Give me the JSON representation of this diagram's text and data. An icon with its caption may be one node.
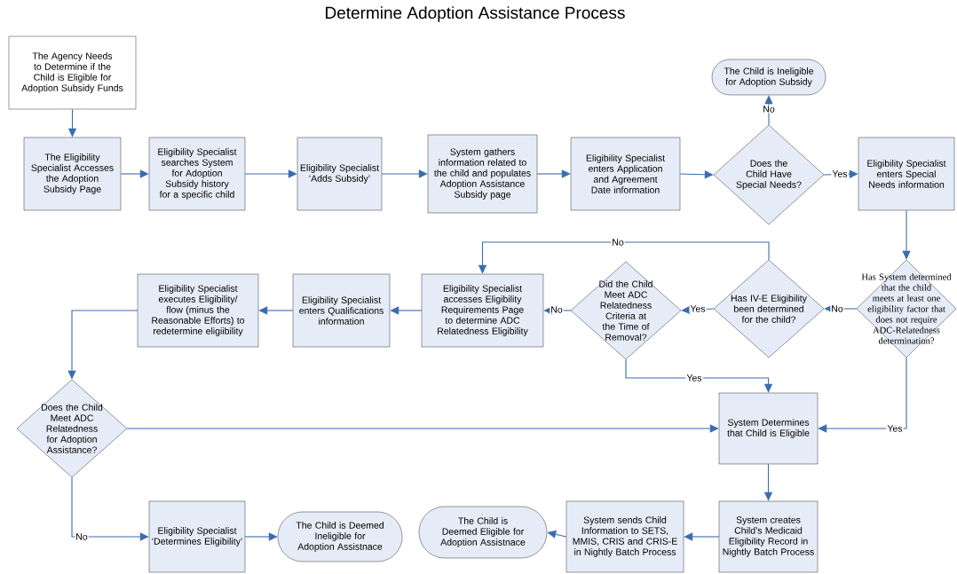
{
  "diagram": {
    "title": "Determine Adoption Assistance Process",
    "nodes": [
      {
        "text": [
          "The Agency Needs to Determine if the Child is Eligible for Adoption Subsidy Funds"
        ]
      },
      {
        "text": [
          "The Eligibility Specialist Accesses the Adoption Subsidy Page"
        ]
      },
      {
        "text": [
          "Eligibility Specialist searches System for Adoption Subsidy history for a specific child"
        ]
      },
      {
        "text": [
          "Eligibility Specialist ‘Adds Subsidy’"
        ]
      },
      {
        "text": [
          "System gathers information related to the child and populates Adoption Assistance Subsidy page"
        ]
      },
      {
        "text": [
          "Eligibility Specialist enters Application and Agreement Date information"
        ]
      },
      {
        "text": [
          "The Child is Ineligible for Adoption Subsidy"
        ]
      },
      {
        "text": [
          "Does the Child Have Special Needs?"
        ]
      },
      {
        "text": [
          "Eligibility Specialist enters Special Needs information"
        ]
      },
      {
        "text": [
          "Has System determined that the child meets at least one eligibility factor that does not require ADC-Relatedness determination?"
        ]
      },
      {
        "text": [
          "Has IV-E Eligibility been determined for the child?"
        ]
      },
      {
        "text": [
          "Did the Child Meet ADC Relatedness Criteria at the Time of Removal?"
        ]
      },
      {
        "text": [
          "Eligibility Specialist accesses Eligibility Requirements Page to determine ADC Relatedness Eligibility"
        ]
      },
      {
        "text": [
          "Eligibility Specialist enters Qualifications information"
        ]
      },
      {
        "text": [
          "Eligibility Specialist executes Eligibility/ flow (minus the Reasonable Efforts) to redetermine eligiibility"
        ]
      },
      {
        "text": [
          "Does the Child Meet ADC Relatedness for Adoption Assistance?"
        ]
      },
      {
        "text": [
          "System Determines that Child is Eligible"
        ]
      },
      {
        "text": [
          "Eligibility Specialist ‘Determines Eligibility’"
        ]
      },
      {
        "text": [
          "The Child is Deemed Ineligible for Adoption Assistnace"
        ]
      },
      {
        "text": [
          "The Child is Deemed Eligible for Adoption Assistnace"
        ]
      },
      {
        "text": [
          "System sends Child Information to SETS, MMIS, CRIS and CRIS-E in Nightly Batch Process"
        ]
      },
      {
        "text": [
          "System creates Child’s Medicaid Eligibility Record in Nightly Batch Process"
        ]
      }
    ],
    "edges": [
      {
        "from": 0,
        "to": 1,
        "arrow": "to"
      },
      {
        "from": 1,
        "to": 2,
        "arrow": "to"
      },
      {
        "from": 2,
        "to": 3,
        "arrow": "to"
      },
      {
        "from": 3,
        "to": 4,
        "arrow": "to"
      },
      {
        "from": 4,
        "to": 5,
        "arrow": "to"
      },
      {
        "from": 5,
        "to": 7,
        "arrow": "to"
      },
      {
        "from": 7,
        "to": 6,
        "arrow": "to",
        "label": "No"
      },
      {
        "from": 7,
        "to": 8,
        "arrow": "to",
        "label": "Yes"
      },
      {
        "from": 8,
        "to": 9,
        "arrow": "to"
      },
      {
        "from": 9,
        "to": 10,
        "arrow": "to",
        "label": "No"
      },
      {
        "from": 9,
        "to": 16,
        "arrow": "to",
        "label": "Yes"
      },
      {
        "from": 10,
        "to": 11,
        "arrow": "to",
        "label": "Yes"
      },
      {
        "from": 10,
        "to": 12,
        "arrow": "to",
        "label": "No"
      },
      {
        "from": 11,
        "to": 12,
        "arrow": "to",
        "label": "No"
      },
      {
        "from": 11,
        "to": 16,
        "arrow": "to",
        "label": "Yes"
      },
      {
        "from": 12,
        "to": 13,
        "arrow": "to"
      },
      {
        "from": 13,
        "to": 14,
        "arrow": "to"
      },
      {
        "from": 14,
        "to": 15,
        "arrow": "to"
      },
      {
        "from": 15,
        "to": 16,
        "arrow": "to"
      },
      {
        "from": 15,
        "to": 17,
        "arrow": "to",
        "label": "No"
      },
      {
        "from": 17,
        "to": 18,
        "arrow": "to"
      },
      {
        "from": 16,
        "to": 21,
        "arrow": "to"
      },
      {
        "from": 21,
        "to": 20,
        "arrow": "to"
      },
      {
        "from": 20,
        "to": 19,
        "arrow": "to"
      }
    ]
  }
}
